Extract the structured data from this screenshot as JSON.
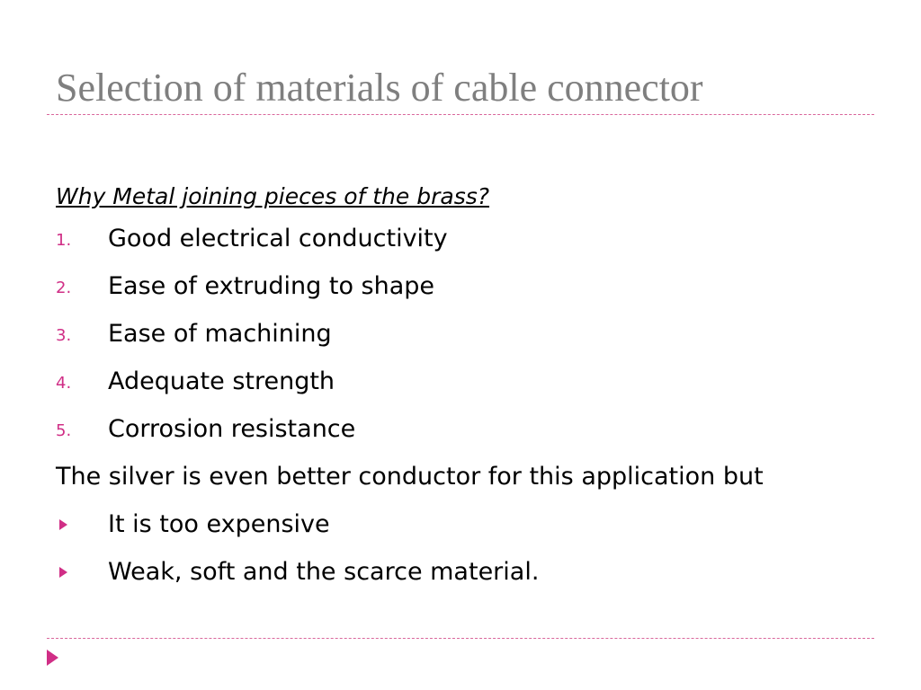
{
  "slide": {
    "title": "Selection of materials of cable connector",
    "subheading": "Why Metal joining pieces of the brass?",
    "numbered_items": [
      {
        "marker": "1.",
        "text": "Good electrical conductivity"
      },
      {
        "marker": "2.",
        "text": "Ease of extruding to shape"
      },
      {
        "marker": "3.",
        "text": "Ease of machining"
      },
      {
        "marker": "4.",
        "text": "Adequate strength"
      },
      {
        "marker": "5.",
        "text": "Corrosion resistance"
      }
    ],
    "statement": "The silver is even better conductor for this application but",
    "bullet_items": [
      {
        "text": "It is too expensive"
      },
      {
        "text": "Weak, soft and the scarce material."
      }
    ]
  },
  "icons": {
    "bullet": "triangle-right-icon",
    "footer_marker": "triangle-right-icon"
  },
  "colors": {
    "title": "#7f7f7f",
    "accent": "#d02e86",
    "text": "#000000",
    "rule": "#d9669c"
  }
}
